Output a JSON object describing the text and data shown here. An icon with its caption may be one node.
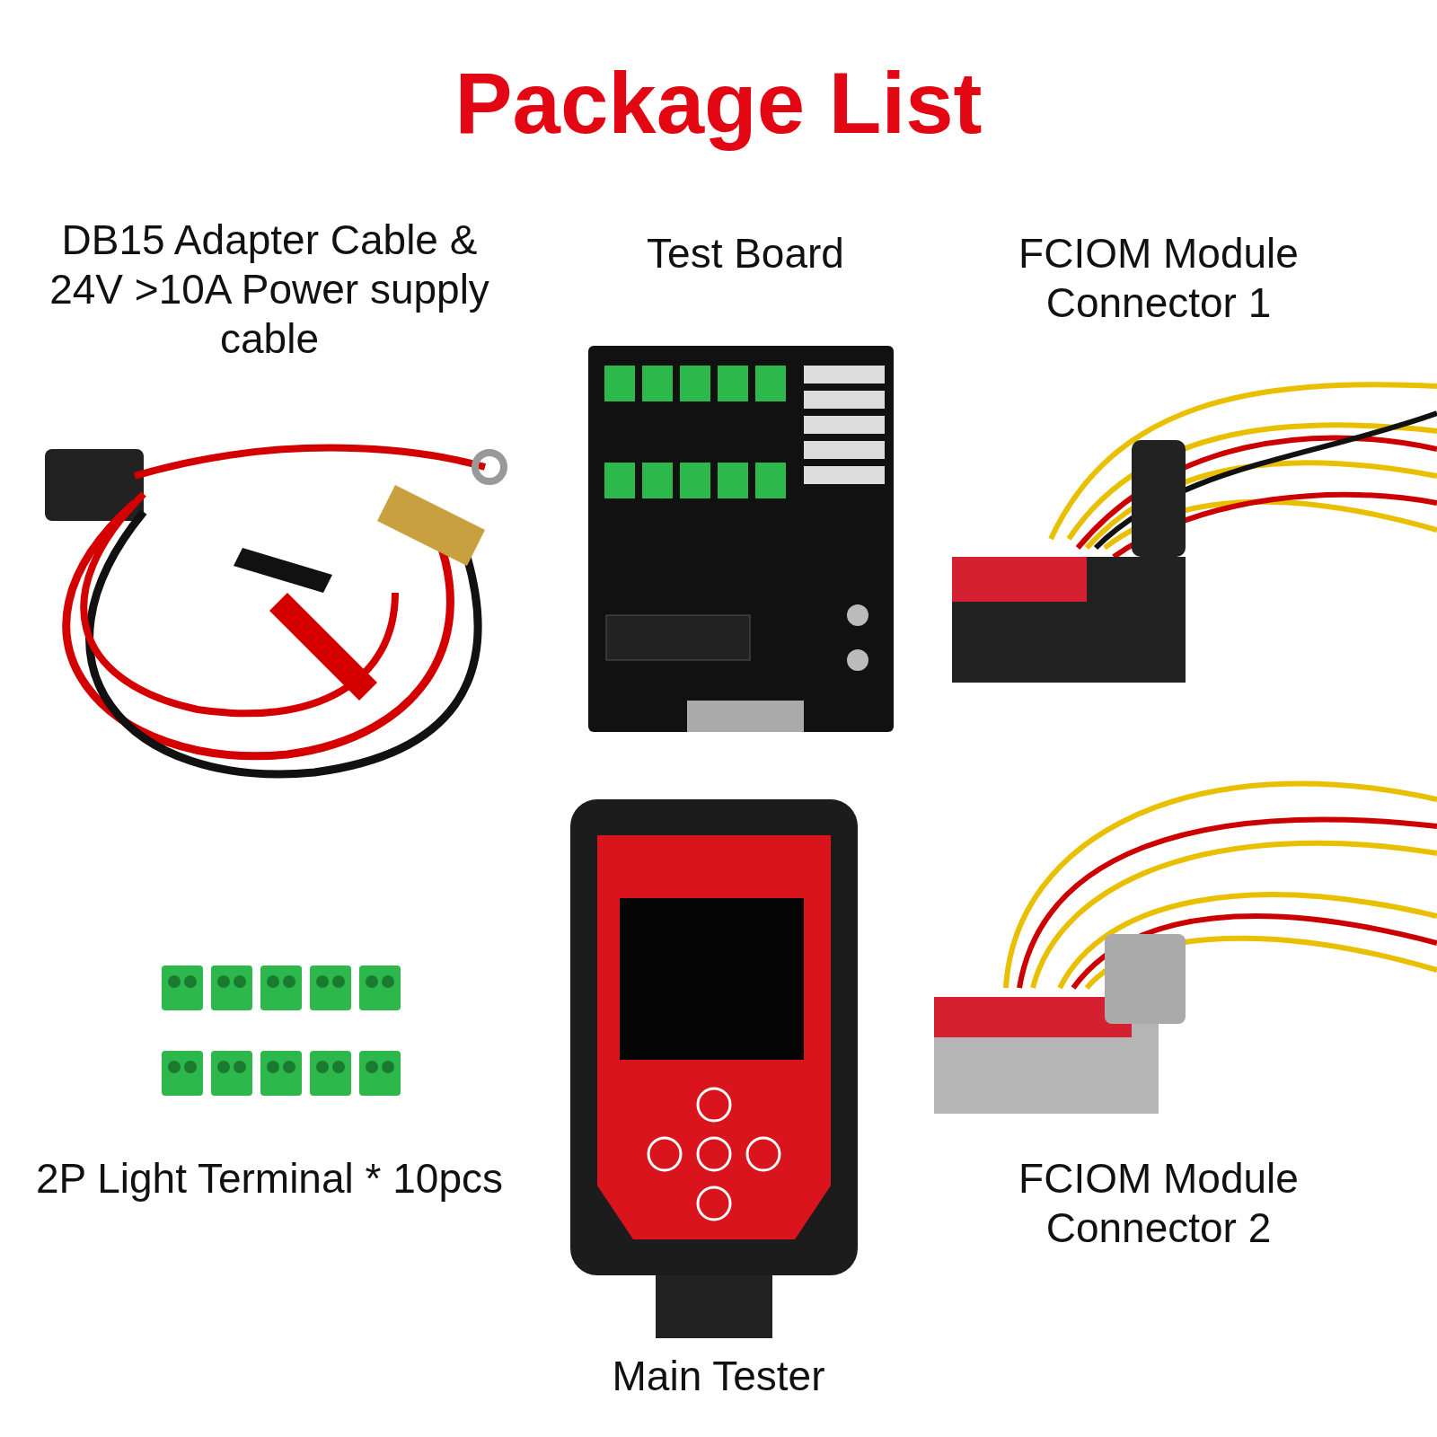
{
  "diagram": {
    "title": "Package List",
    "labels": [
      "DB15 Adapter Cable & 24V >10A Power supply cable",
      "Test Board",
      "FCIOM Module Connector 1",
      "2P Light Terminal * 10pcs",
      "FCIOM Module Connector 2",
      "Main Tester"
    ]
  }
}
